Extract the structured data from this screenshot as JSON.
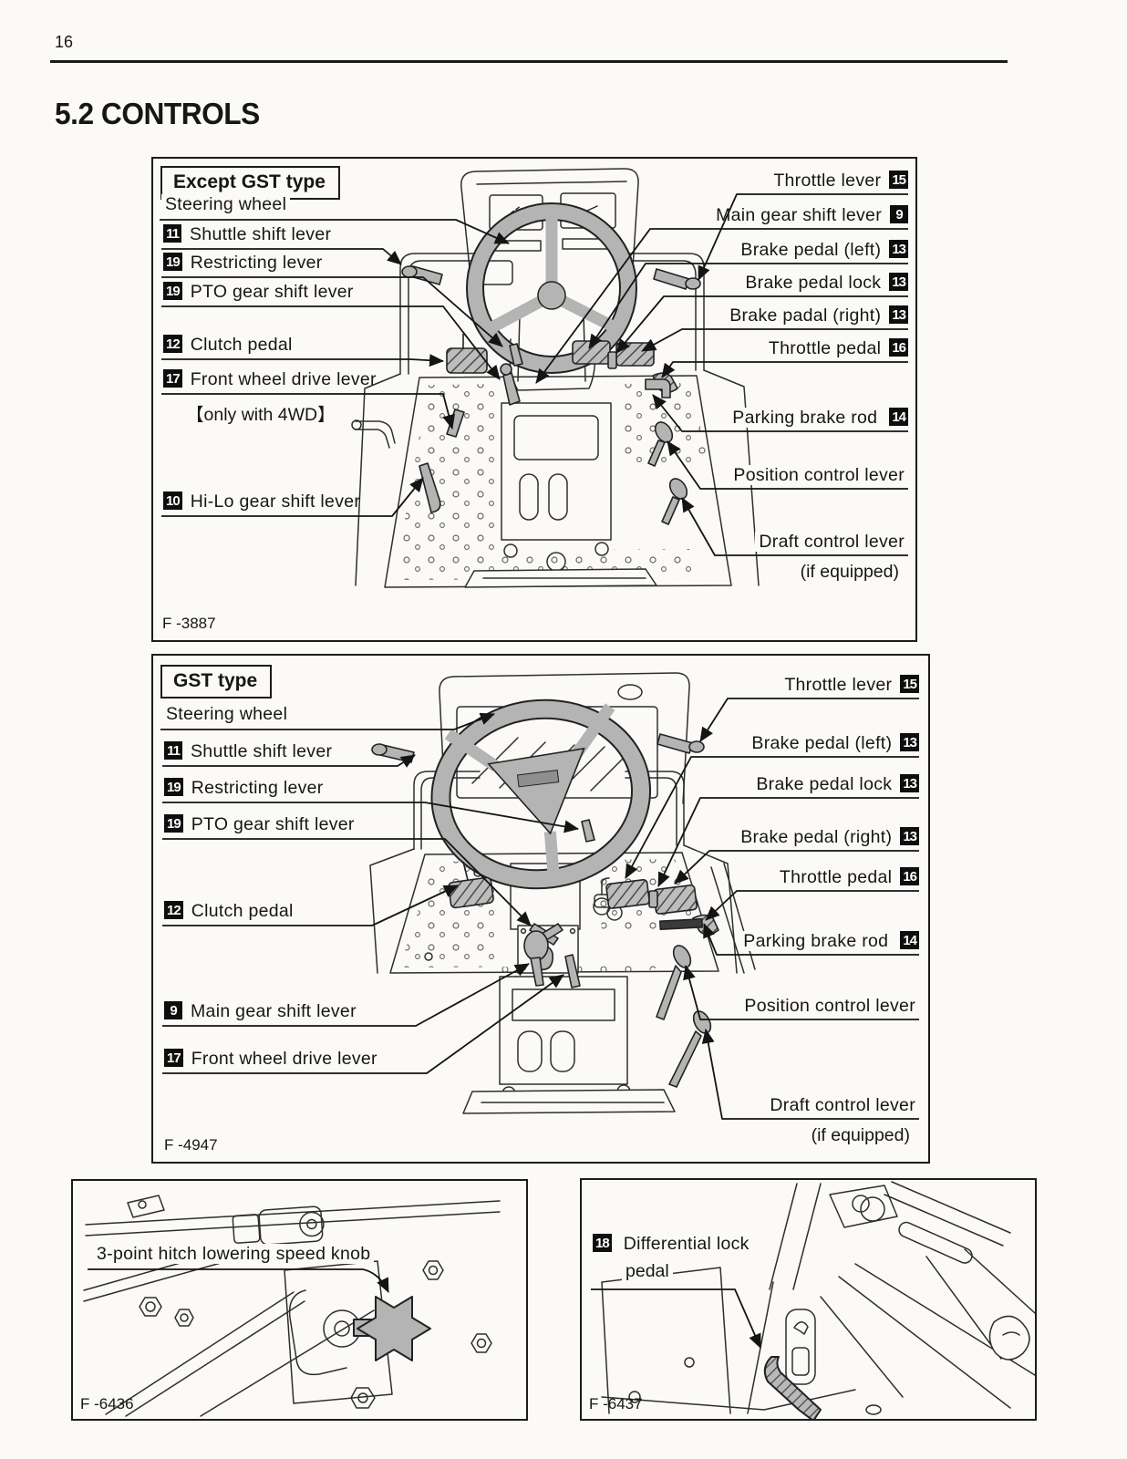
{
  "page": {
    "number": "16",
    "heading": "5.2 CONTROLS"
  },
  "fig1": {
    "title": "Except GST type",
    "caption": "F -3887",
    "left": [
      {
        "text": "Steering wheel"
      },
      {
        "badge": "11",
        "text": "Shuttle shift lever"
      },
      {
        "badge": "19",
        "text": "Restricting lever"
      },
      {
        "badge": "19",
        "text": "PTO gear shift lever"
      },
      {
        "badge": "12",
        "text": "Clutch pedal"
      },
      {
        "badge": "17",
        "text": "Front wheel drive lever",
        "note": "【only with 4WD】"
      },
      {
        "badge": "10",
        "text": "Hi-Lo gear shift lever"
      }
    ],
    "right": [
      {
        "text": "Throttle lever",
        "badge": "15"
      },
      {
        "text": "Main gear shift lever",
        "badge": "9"
      },
      {
        "text": "Brake pedal (left)",
        "badge": "13"
      },
      {
        "text": "Brake pedal lock",
        "badge": "13"
      },
      {
        "text": "Brake padal (right)",
        "badge": "13"
      },
      {
        "text": "Throttle pedal",
        "badge": "16"
      },
      {
        "text": "Parking brake rod",
        "badge": "14"
      },
      {
        "text": "Position control lever"
      },
      {
        "text": "Draft control lever",
        "note": "(if equipped)"
      }
    ]
  },
  "fig2": {
    "title": "GST type",
    "caption": "F -4947",
    "left": [
      {
        "text": "Steering wheel"
      },
      {
        "badge": "11",
        "text": "Shuttle shift lever"
      },
      {
        "badge": "19",
        "text": "Restricting lever"
      },
      {
        "badge": "19",
        "text": "PTO gear shift lever"
      },
      {
        "badge": "12",
        "text": "Clutch pedal"
      },
      {
        "badge": "9",
        "text": "Main gear shift lever"
      },
      {
        "badge": "17",
        "text": "Front wheel drive lever"
      }
    ],
    "right": [
      {
        "text": "Throttle lever",
        "badge": "15"
      },
      {
        "text": "Brake pedal (left)",
        "badge": "13"
      },
      {
        "text": "Brake pedal lock",
        "badge": "13"
      },
      {
        "text": "Brake pedal (right)",
        "badge": "13"
      },
      {
        "text": "Throttle pedal",
        "badge": "16"
      },
      {
        "text": "Parking brake rod",
        "badge": "14"
      },
      {
        "text": "Position control lever"
      },
      {
        "text": "Draft control lever",
        "note": "(if equipped)"
      }
    ]
  },
  "fig3": {
    "label": "3-point hitch lowering speed knob",
    "caption": "F -6436"
  },
  "fig4": {
    "badge": "18",
    "label_line1": "Differential lock",
    "label_line2": "pedal",
    "caption": "F -6437"
  }
}
